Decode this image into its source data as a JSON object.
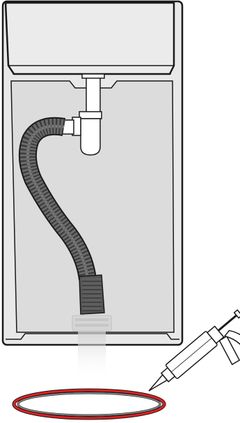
{
  "illustration": {
    "parts": [
      "vanity-cabinet",
      "sink-basin",
      "p-trap",
      "flexible-drain-hose",
      "floor-drain-adapter",
      "caulk-gun",
      "sealant-ring"
    ]
  },
  "colors": {
    "outline": "#1a1a1a",
    "cabinet_fill": "#e6e6e6",
    "cabinet_inner": "#dedede",
    "hose_dark": "#4a4a4a",
    "hose_mid": "#777777",
    "pipe_fill": "#ffffff",
    "ghost_fill": "#d9d9d9",
    "ring_red": "#e02020",
    "ring_gray": "#9a9a9a"
  }
}
